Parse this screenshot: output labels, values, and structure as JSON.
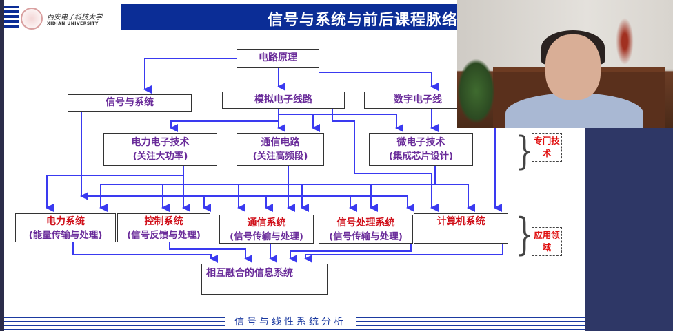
{
  "header": {
    "title": "信号与系统与前后课程脉络",
    "logo_cn": "西安电子科技大学",
    "logo_en": "XIDIAN UNIVERSITY"
  },
  "diagram": {
    "root": "电路原理",
    "level1": [
      "信号与系统",
      "模拟电子线路",
      "数字电子线"
    ],
    "level2": [
      {
        "title": "电力电子技术",
        "sub": "(关注大功率)"
      },
      {
        "title": "通信电路",
        "sub": "(关注高频段)"
      },
      {
        "title": "微电子技术",
        "sub": "(集成芯片设计)"
      }
    ],
    "level3": [
      {
        "title": "电力系统",
        "sub": "(能量传输与处理)"
      },
      {
        "title": "控制系统",
        "sub": "(信号反馈与处理)"
      },
      {
        "title": "通信系统",
        "sub": "(信号传输与处理)"
      },
      {
        "title": "信号处理系统",
        "sub": "(信号传输与处理)"
      },
      {
        "title": "计算机系统",
        "sub": ""
      }
    ],
    "final": "相互融合的信息系统",
    "tags": {
      "special": "专门技术",
      "application": "应用领域"
    },
    "arrow_color": "#3a3af0"
  },
  "footer": {
    "text": "信号与线性系统分析"
  }
}
